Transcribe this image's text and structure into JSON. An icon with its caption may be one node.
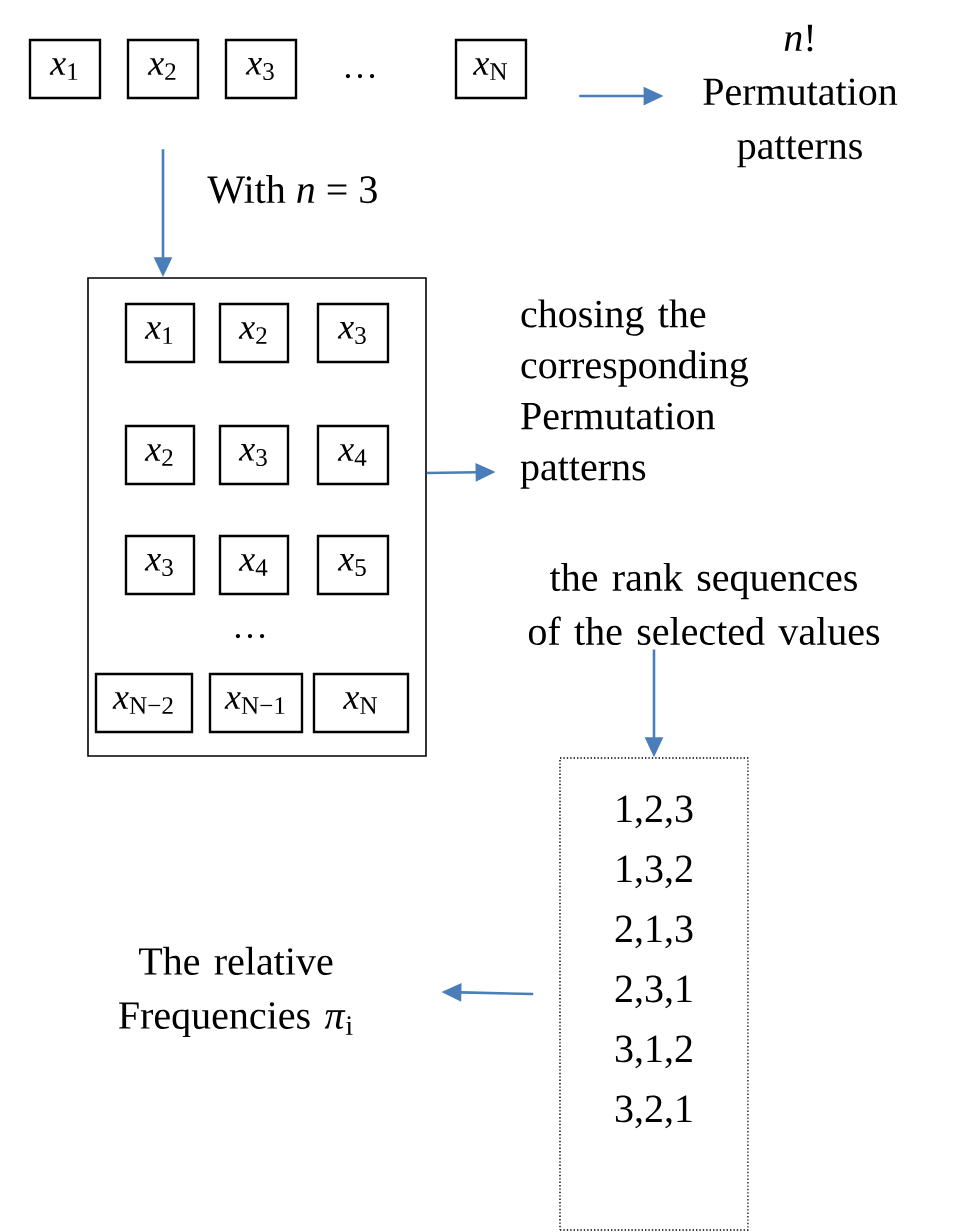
{
  "diagram": {
    "nodes": [
      {
        "text": [
          "*x*$_{1}$"
        ]
      },
      {
        "text": [
          "*x*$_{2}$"
        ]
      },
      {
        "text": [
          "*x*$_{3}$"
        ]
      },
      {
        "text": [
          "*x*$_{N}$"
        ]
      },
      {
        "text": [
          "*n*!",
          "Permutation patterns"
        ]
      },
      {
        "text": [],
        "shape": "box"
      },
      {
        "text": [
          "*x*$_{1}$"
        ],
        "in": 5
      },
      {
        "text": [
          "*x*$_{2}$"
        ],
        "in": 5
      },
      {
        "text": [
          "*x*$_{3}$"
        ],
        "in": 5
      },
      {
        "text": [
          "*x*$_{2}$"
        ],
        "in": 5
      },
      {
        "text": [
          "*x*$_{3}$"
        ],
        "in": 5
      },
      {
        "text": [
          "*x*$_{4}$"
        ],
        "in": 5
      },
      {
        "text": [
          "*x*$_{3}$"
        ],
        "in": 5
      },
      {
        "text": [
          "*x*$_{4}$"
        ],
        "in": 5
      },
      {
        "text": [
          "*x*$_{5}$"
        ],
        "in": 5
      },
      {
        "text": [
          "*x*$_{N−2}$"
        ],
        "in": 5
      },
      {
        "text": [
          "*x*$_{N−1}$"
        ],
        "in": 5
      },
      {
        "text": [
          "*x*$_{N}$"
        ],
        "in": 5
      },
      {
        "text": [
          "chosing the corresponding Permutation patterns"
        ]
      },
      {
        "text": [
          "the rank sequences of the selected values"
        ]
      },
      {
        "text": [
          "1,2,3",
          "1,3,2",
          "2,1,3",
          "2,3,1",
          "3,1,2",
          "3,2,1"
        ]
      },
      {
        "text": [
          "The relative Frequencies *π*$_{i}$"
        ]
      }
    ],
    "edges": [
      {
        "from": 3,
        "to": 4,
        "arrow": "to"
      },
      {
        "from": 1,
        "to": 5,
        "arrow": "to",
        "label": "With *n* = 3"
      },
      {
        "from": 5,
        "to": 18,
        "arrow": "to"
      },
      {
        "from": 19,
        "to": 20,
        "arrow": "to"
      },
      {
        "from": 20,
        "to": 21,
        "arrow": "to"
      }
    ],
    "labels": [
      "…",
      "…"
    ]
  }
}
